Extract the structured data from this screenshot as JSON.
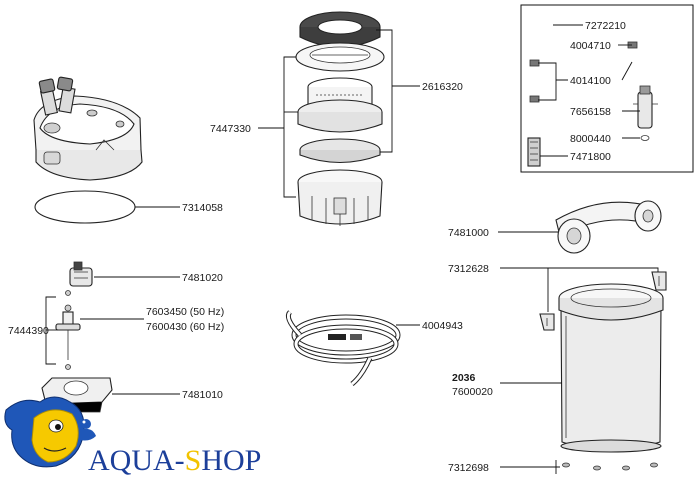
{
  "parts": {
    "p2616320": "2616320",
    "p7447330": "7447330",
    "p7314058": "7314058",
    "p7481020": "7481020",
    "p7444390": "7444390",
    "p7603450": "7603450 (50 Hz)",
    "p7600430": "7600430 (60 Hz)",
    "p7481010": "7481010",
    "p4004943": "4004943",
    "p7272210": "7272210",
    "p4004710": "4004710",
    "p4014100": "4014100",
    "p7656158": "7656158",
    "p8000440": "8000440",
    "p7471800": "7471800",
    "p7481000": "7481000",
    "p7312628": "7312628",
    "p2036": "2036",
    "p7600020": "7600020",
    "p7312698": "7312698"
  },
  "logo": {
    "text_a": "AQUA-",
    "text_s": "S",
    "text_hop": "HOP"
  },
  "colors": {
    "filter_foam": "#4a4a4a",
    "logo_blue": "#1c3f9a",
    "logo_yellow": "#f2c300",
    "fish_blue": "#1f57b8",
    "fish_yellow": "#f6c900"
  }
}
